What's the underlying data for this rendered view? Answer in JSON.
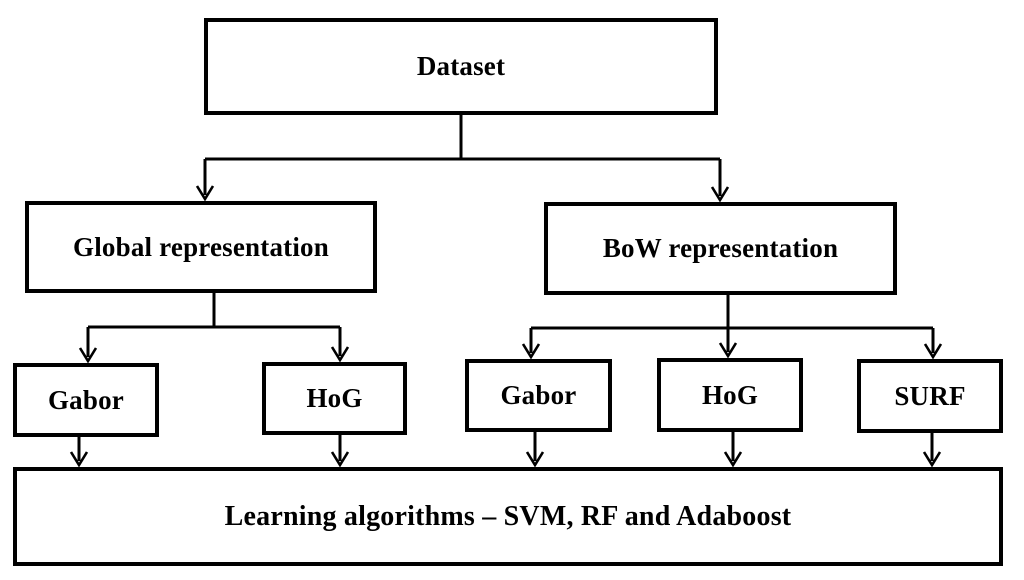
{
  "diagram": {
    "title": "Feature extraction and learning pipeline flowchart",
    "colors": {
      "stroke": "#000000",
      "background": "#ffffff"
    },
    "nodes": {
      "dataset": {
        "label": "Dataset"
      },
      "global_representation": {
        "label": "Global representation"
      },
      "bow_representation": {
        "label": "BoW representation"
      },
      "global_gabor": {
        "label": "Gabor"
      },
      "global_hog": {
        "label": "HoG"
      },
      "bow_gabor": {
        "label": "Gabor"
      },
      "bow_hog": {
        "label": "HoG"
      },
      "bow_surf": {
        "label": "SURF"
      },
      "learning_algorithms": {
        "label": "Learning algorithms – SVM, RF and Adaboost"
      }
    },
    "edges": [
      {
        "from": "dataset",
        "to": "global_representation"
      },
      {
        "from": "dataset",
        "to": "bow_representation"
      },
      {
        "from": "global_representation",
        "to": "global_gabor"
      },
      {
        "from": "global_representation",
        "to": "global_hog"
      },
      {
        "from": "bow_representation",
        "to": "bow_gabor"
      },
      {
        "from": "bow_representation",
        "to": "bow_hog"
      },
      {
        "from": "bow_representation",
        "to": "bow_surf"
      },
      {
        "from": "global_gabor",
        "to": "learning_algorithms"
      },
      {
        "from": "global_hog",
        "to": "learning_algorithms"
      },
      {
        "from": "bow_gabor",
        "to": "learning_algorithms"
      },
      {
        "from": "bow_hog",
        "to": "learning_algorithms"
      },
      {
        "from": "bow_surf",
        "to": "learning_algorithms"
      }
    ]
  }
}
